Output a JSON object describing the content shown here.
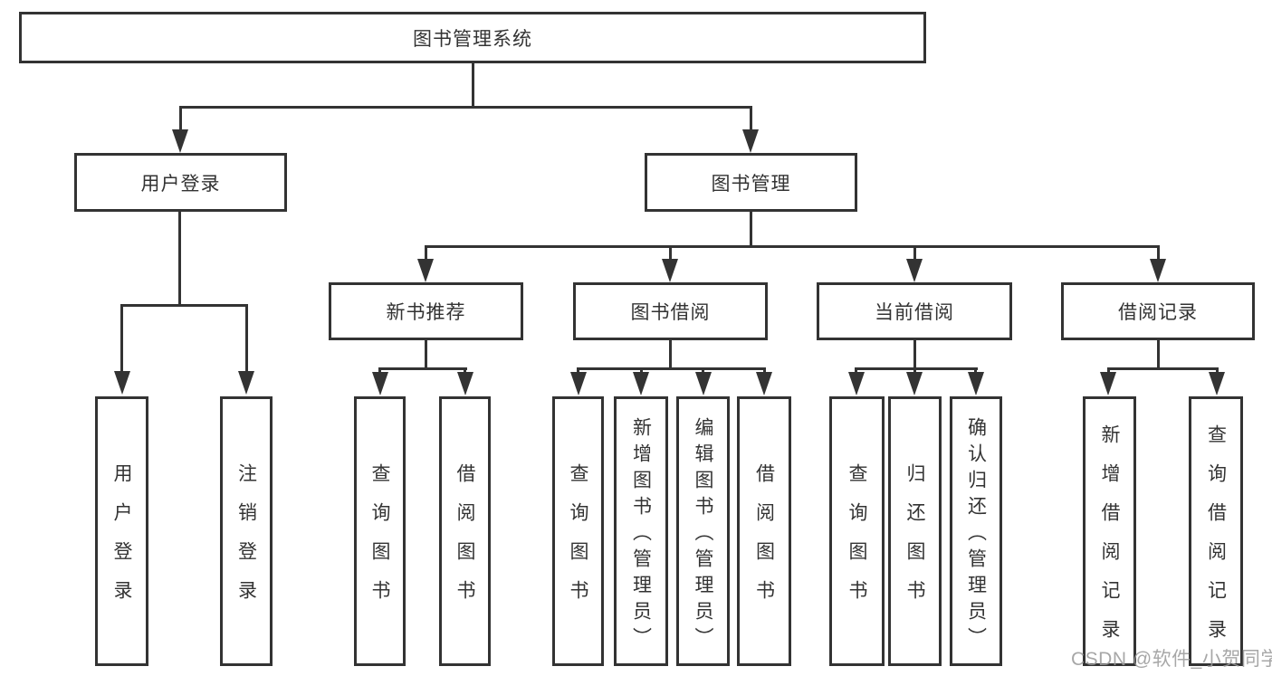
{
  "nodes": {
    "root": "图书管理系统",
    "level2": {
      "user_login": "用户登录",
      "book_management": "图书管理"
    },
    "level3": {
      "new_book_recommend": "新书推荐",
      "book_borrowing": "图书借阅",
      "current_borrowing": "当前借阅",
      "borrowing_records": "借阅记录"
    },
    "leaves": {
      "user_login": "用户登录",
      "logout": "注销登录",
      "recommend_query_books": "查询图书",
      "recommend_borrow_books": "借阅图书",
      "borrowing_query_books": "查询图书",
      "borrowing_add_books_admin": "新增图书（管理员）",
      "borrowing_edit_books_admin": "编辑图书（管理员）",
      "borrowing_borrow_books": "借阅图书",
      "current_query_books": "查询图书",
      "current_return_books": "归还图书",
      "current_confirm_return_admin": "确认归还（管理员）",
      "records_add_borrow_record": "新增借阅记录",
      "records_query_borrow_record": "查询借阅记录"
    }
  },
  "watermark": {
    "text": "CSDN @软件_小贺同学",
    "color": "#9b9b9b"
  },
  "colors": {
    "line": "#333333",
    "text": "#333333",
    "background": "#ffffff"
  }
}
